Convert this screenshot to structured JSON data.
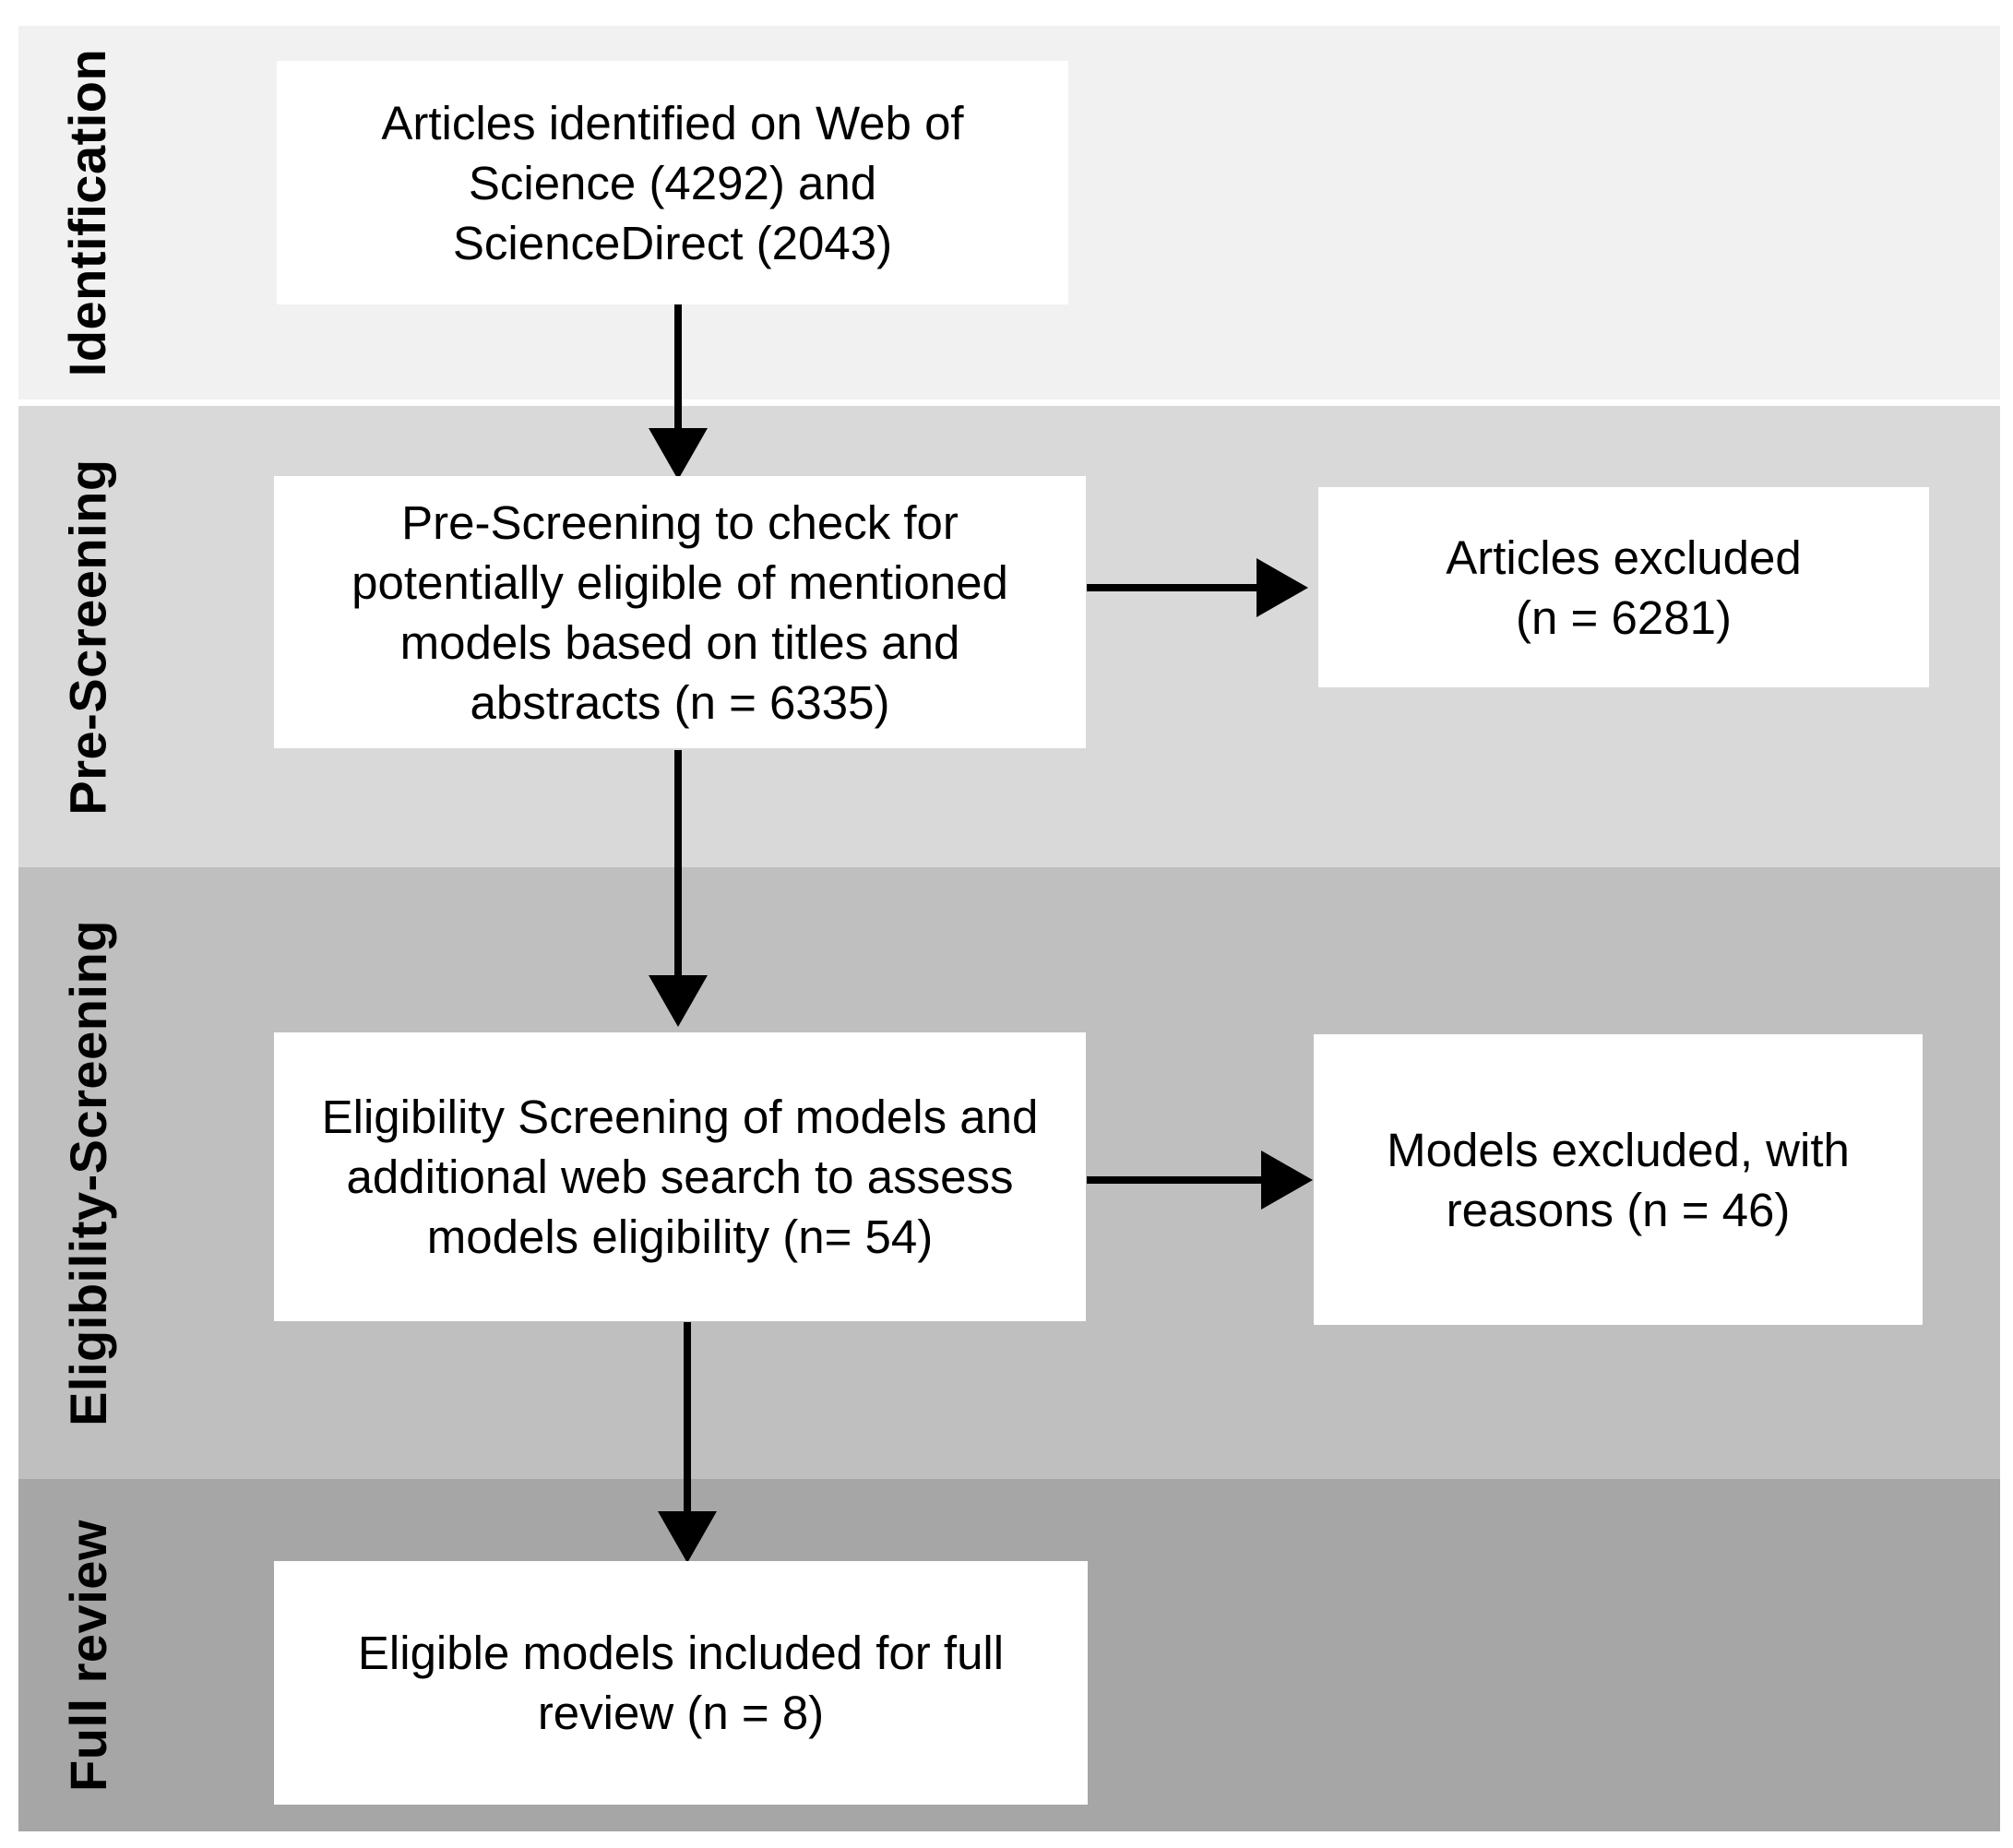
{
  "stages": [
    {
      "label": "Identification",
      "color": "#f1f1f1"
    },
    {
      "label": "Pre-Screening",
      "color": "#d9d9d9"
    },
    {
      "label": "Eligibility-Screening",
      "color": "#bfbfbf"
    },
    {
      "label": "Full review",
      "color": "#a6a6a6"
    }
  ],
  "boxes": {
    "identified": "Articles identified on Web of Science (4292) and ScienceDirect (2043)",
    "prescreening": "Pre-Screening to check for potentially eligible of mentioned models based on titles and abstracts (n = 6335)",
    "articles_excluded": "Articles excluded (n = 6281)",
    "eligibility": "Eligibility Screening of models and additional web search to assess models eligibility (n= 54)",
    "models_excluded": "Models excluded, with reasons (n = 46)",
    "included": "Eligible models included for full review (n = 8)"
  }
}
